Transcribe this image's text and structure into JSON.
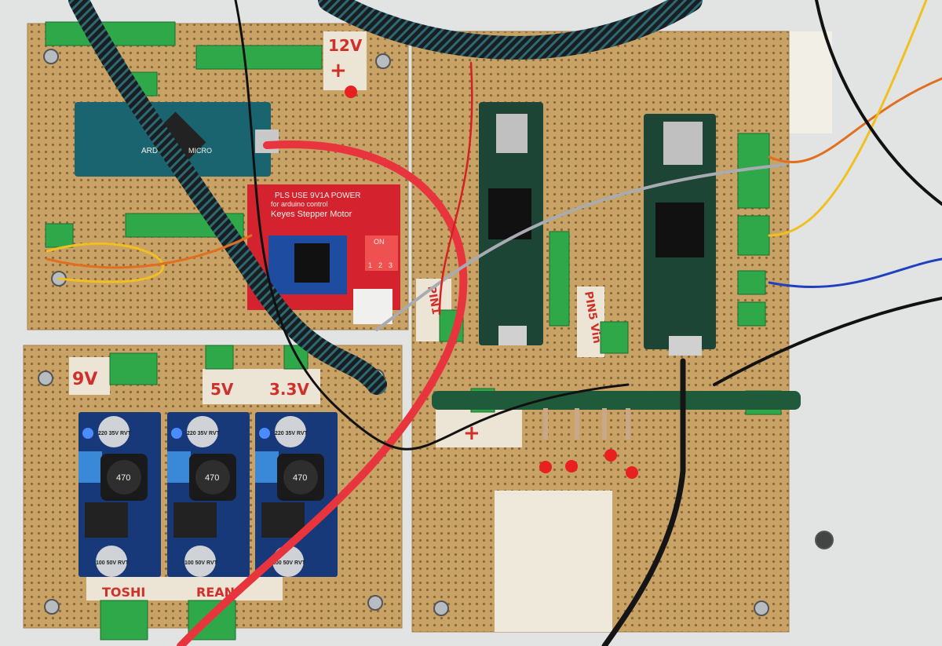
{
  "labels": {
    "v9": "9V",
    "v5": "5V",
    "v33": "3.3V",
    "v12": "12V",
    "plus_top": "+",
    "plus_mid": "+",
    "pin_left": "PIN1",
    "pin_right": "PIN5 Vin",
    "toshi": "TOSHI",
    "rean": "REAN"
  },
  "stepper_board": {
    "line1": "PLS USE 9V1A POWER",
    "line2": "for arduino control",
    "line3": "Keyes Stepper Motor",
    "dip_label": "ON",
    "dip_numbers": [
      "1",
      "2",
      "3"
    ]
  },
  "arduino": {
    "label": "ARDUINO",
    "model": "MICRO"
  },
  "buck_converters": [
    {
      "cap_top": "220 35V RVT",
      "inductor": "470",
      "cap_bottom": "100 50V RVT"
    },
    {
      "cap_top": "220 35V RVT",
      "inductor": "470",
      "cap_bottom": "100 50V RVT"
    },
    {
      "cap_top": "220 35V RVT",
      "inductor": "470",
      "cap_bottom": "100 50V RVT"
    }
  ],
  "colors": {
    "perfboard": "#c9a266",
    "teensy": "#1d4536",
    "stepper": "#d4232e",
    "buck": "#17397a",
    "terminal": "#2fa84a",
    "wire_red": "#e8343c"
  }
}
